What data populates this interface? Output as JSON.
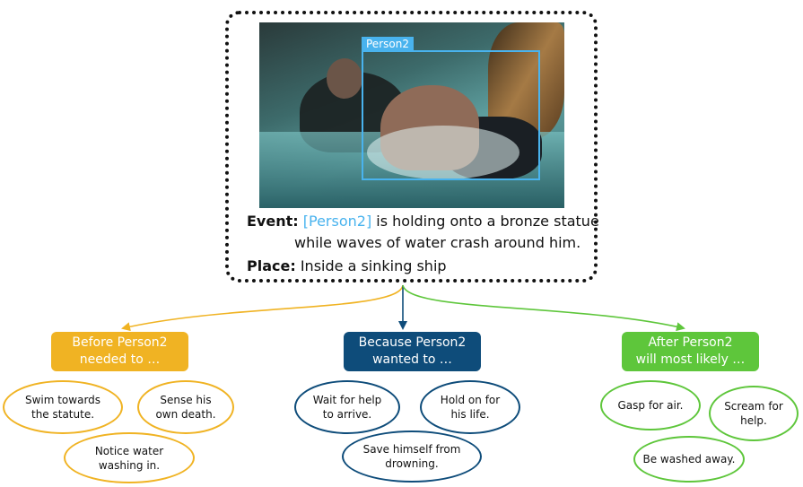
{
  "colors": {
    "before": "#f0b323",
    "because": "#0e4c7a",
    "after": "#5ec63b",
    "person_ref": "#49b3ee"
  },
  "scene": {
    "person_tag": "Person2"
  },
  "event": {
    "label": "Event:",
    "person_ref": "[Person2]",
    "line1_rest": " is holding onto a bronze statue",
    "line2": "while waves of water crash around him."
  },
  "place": {
    "label": "Place:",
    "text": " Inside a sinking ship"
  },
  "categories": {
    "before": {
      "line1": "Before Person2",
      "line2": "needed to …",
      "items": [
        {
          "line1": "Swim towards",
          "line2": "the statute."
        },
        {
          "line1": "Sense his",
          "line2": "own death."
        },
        {
          "line1": "Notice water",
          "line2": "washing in."
        }
      ]
    },
    "because": {
      "line1": "Because Person2",
      "line2": "wanted to …",
      "items": [
        {
          "line1": "Wait for help",
          "line2": "to arrive."
        },
        {
          "line1": "Hold on for",
          "line2": "his life."
        },
        {
          "line1": "Save himself from",
          "line2": "drowning."
        }
      ]
    },
    "after": {
      "line1": "After Person2",
      "line2": "will most likely …",
      "items": [
        {
          "line1": "Gasp for air.",
          "line2": ""
        },
        {
          "line1": "Scream for",
          "line2": "help."
        },
        {
          "line1": "Be washed away.",
          "line2": ""
        }
      ]
    }
  }
}
